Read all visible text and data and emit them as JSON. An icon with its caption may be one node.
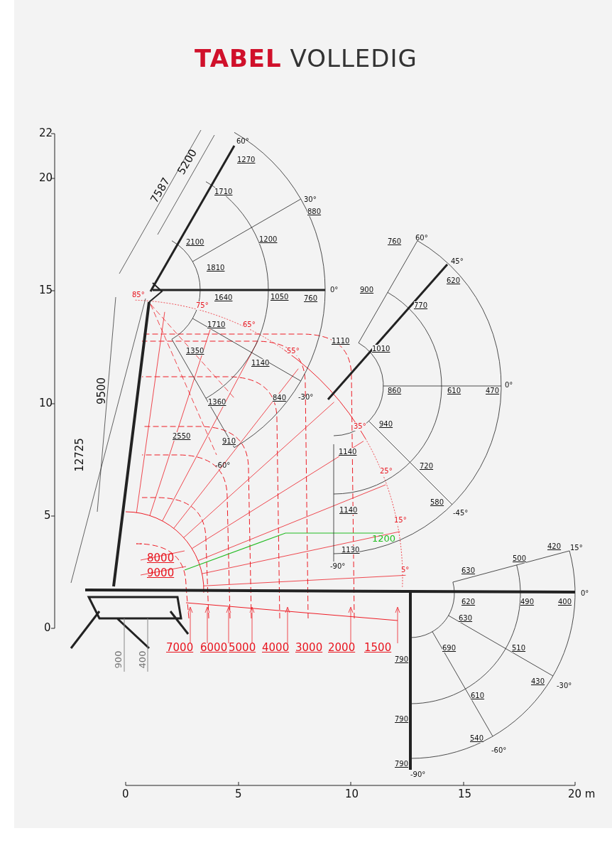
{
  "diagram": {
    "title": "**TABEL** VOLLEDIG",
    "labels": [
      "22",
      "20",
      "15",
      "10",
      "5",
      "0",
      "7587",
      "5200",
      "60°",
      "1270",
      "1710",
      "30°",
      "880",
      "1200",
      "2100",
      "1810",
      "0°",
      "1640",
      "1050",
      "760",
      "85°",
      "75°",
      "1710",
      "65°",
      "1350",
      "55°",
      "1140",
      "840",
      "-30°",
      "1360",
      "9500",
      "12725",
      "2550",
      "910",
      "-60°",
      "760",
      "60°",
      "45°",
      "620",
      "900",
      "770",
      "1110",
      "1010",
      "860",
      "610",
      "470",
      "0°",
      "35°",
      "940",
      "1140",
      "720",
      "25°",
      "580",
      "-45°",
      "1140",
      "15°",
      "1200",
      "1130",
      "-90°",
      "5°",
      "8000",
      "9000",
      "7000",
      "6000",
      "5000",
      "4000",
      "3000",
      "2000",
      "1500",
      "900",
      "400",
      "420",
      "15°",
      "500",
      "630",
      "0°",
      "620",
      "490",
      "400",
      "630",
      "690",
      "510",
      "790",
      "430",
      "-30°",
      "610",
      "790",
      "540",
      "-60°",
      "790",
      "-90°",
      "0",
      "5",
      "10",
      "15",
      "20 m"
    ]
  }
}
